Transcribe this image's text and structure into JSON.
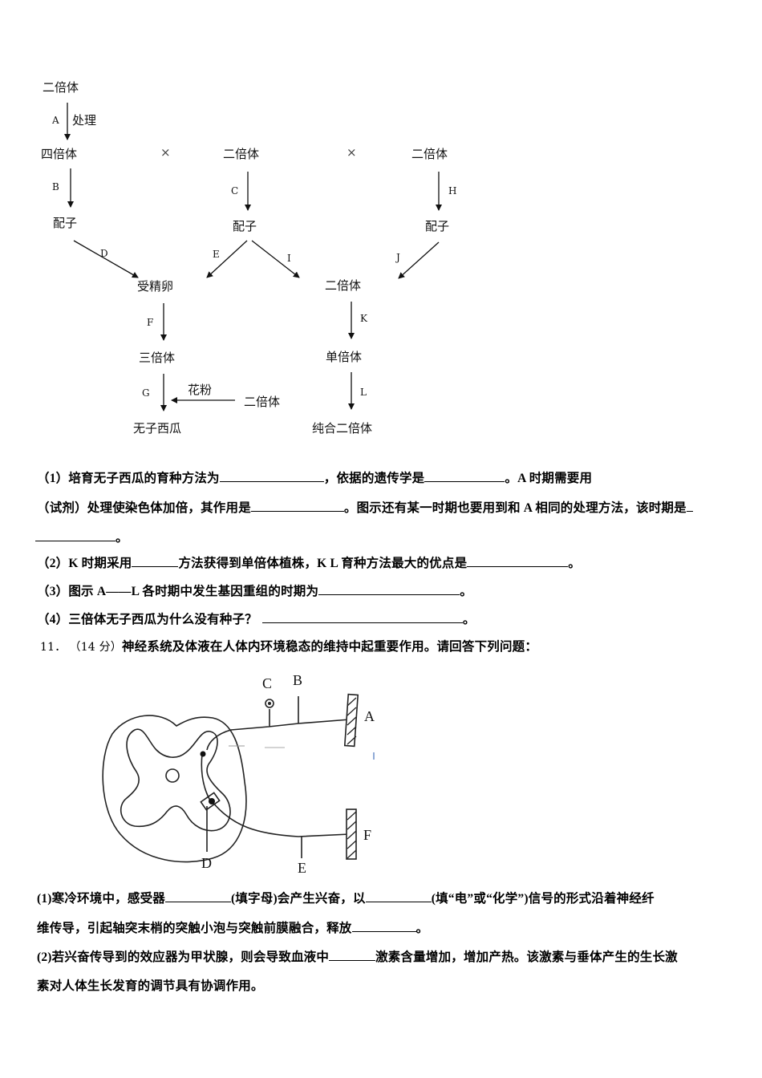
{
  "breeding_diagram": {
    "nodes": {
      "top_diploid": "二倍体",
      "tetraploid": "四倍体",
      "cross_symbol_1": "×",
      "diploid_middle": "二倍体",
      "cross_symbol_2": "×",
      "diploid_right": "二倍体",
      "gamete_left": "配子",
      "gamete_middle": "配子",
      "gamete_right": "配子",
      "zygote": "受精卵",
      "diploid_center": "二倍体",
      "triploid": "三倍体",
      "haploid": "单倍体",
      "pollen_label": "花粉",
      "diploid_pollen_source": "二倍体",
      "seedless_watermelon": "无子西瓜",
      "homozygous_diploid": "纯合二倍体"
    },
    "arrow_labels": {
      "A": "A",
      "A_note": "处理",
      "B": "B",
      "C": "C",
      "D": "D",
      "E": "E",
      "F": "F",
      "G": "G",
      "H": "H",
      "I": "I",
      "J": "J",
      "K": "K",
      "L": "L"
    }
  },
  "questions_10": [
    {
      "line1_a": "（1）培育无子西瓜的育种方法为",
      "line1_b": "，依据的遗传学是",
      "line1_c": "。A 时期需要用",
      "line2_a": "（试剂）处理使染色体加倍，其作用是",
      "line2_b": "。图示还有某一时期也要用到和 A 相同的处理方法，该时期是",
      "line3_end": "。"
    },
    {
      "a": "（2）K 时期采用",
      "b": "方法获得到单倍体植株，K L 育种方法最大的优点是",
      "c": "。"
    },
    {
      "a": "（3）图示 A——L 各时期中发生基因重组的时期为",
      "b": "。"
    },
    {
      "a": "（4）三倍体无子西瓜为什么没有种子？",
      "b": "。"
    }
  ],
  "question_11": {
    "number": "11．",
    "score": "（14 分）",
    "title": "神经系统及体液在人体内环境稳态的维持中起重要作用。请回答下列问题："
  },
  "spinal_diagram": {
    "labels": {
      "A": "A",
      "B": "B",
      "C": "C",
      "D": "D",
      "E": "E",
      "F": "F"
    }
  },
  "questions_11": [
    {
      "line1_a": "(1)寒冷环境中，感受器",
      "line1_b": "(填字母)会产生兴奋，以",
      "line1_c": "(填“电”或“化学”)信号的形式沿着神经纤",
      "line2_a": "维传导，引起轴突末梢的突触小泡与突触前膜融合，释放",
      "line2_b": "。"
    },
    {
      "line1_a": "(2)若兴奋传导到的效应器为甲状腺，则会导致血液中",
      "line1_b": "激素含量增加，增加产热。该激素与垂体产生的生长激",
      "line2": "素对人体生长发育的调节具有协调作用。"
    }
  ]
}
